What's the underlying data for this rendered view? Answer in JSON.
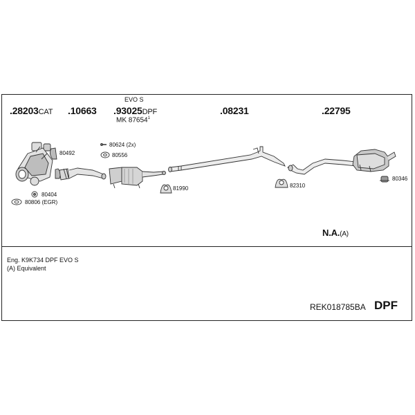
{
  "part_numbers": {
    "p1": {
      "num": ".28203",
      "suffix": "CAT"
    },
    "p2": {
      "num": ".10663"
    },
    "p3": {
      "num": ".93025",
      "suffix": "DPF",
      "above": "EVO S"
    },
    "p3_sub": {
      "prefix": "MK",
      "num": "87654",
      "sup": "1"
    },
    "p4": {
      "num": ".08231"
    },
    "p5": {
      "num": ".22795"
    }
  },
  "accessory_labels": {
    "a80492": "80492",
    "a80404": "80404",
    "a80806": "80806 (EGR)",
    "a80624": "80624 (2x)",
    "a80556": "80556",
    "a81990": "81990",
    "a82310": "82310",
    "a80346": "80346"
  },
  "na": {
    "text": "N.A.",
    "suffix": "(A)"
  },
  "notes": {
    "line1": "Eng. K9K734   DPF EVO S",
    "line2": "(A) Equivalent"
  },
  "footer": {
    "code": "REK018785BA",
    "type": "DPF"
  }
}
